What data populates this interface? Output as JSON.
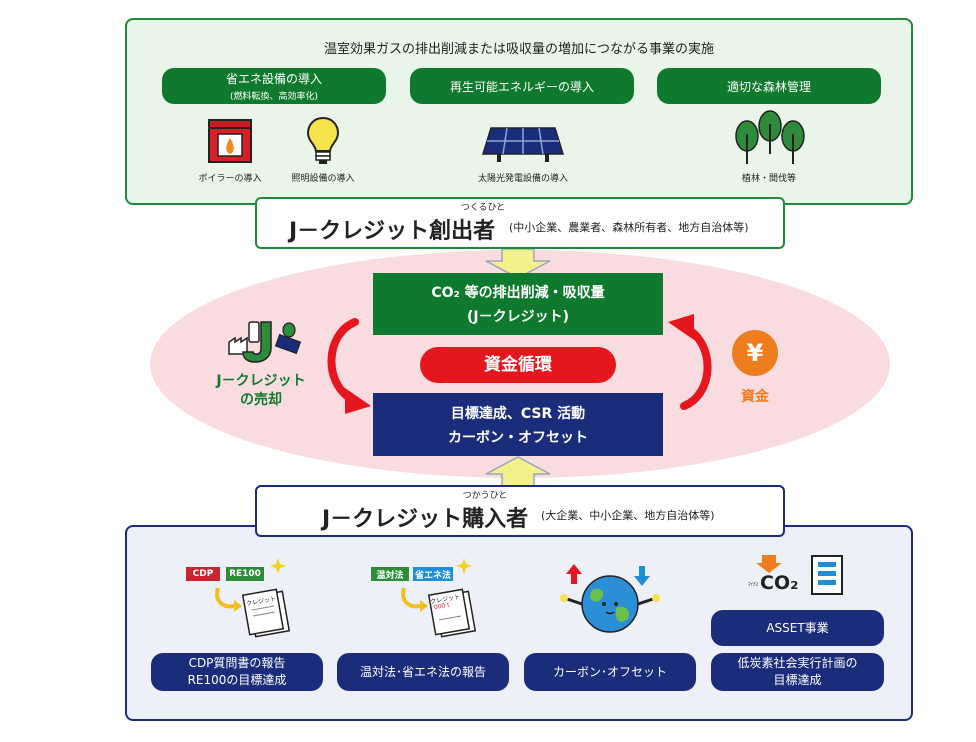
{
  "top": {
    "title": "温室効果ガスの排出削減または吸収量の増加につながる事業の実施",
    "categories": [
      {
        "label": "省エネ設備の導入",
        "sub": "(燃料転換、高効率化)"
      },
      {
        "label": "再生可能エネルギーの導入",
        "sub": ""
      },
      {
        "label": "適切な森林管理",
        "sub": ""
      }
    ],
    "icons": [
      {
        "caption": "ボイラーの導入",
        "icon": "boiler-icon"
      },
      {
        "caption": "照明設備の導入",
        "icon": "lightbulb-icon"
      },
      {
        "caption": "太陽光発電設備の導入",
        "icon": "solar-panel-icon"
      },
      {
        "caption": "植林・間伐等",
        "icon": "trees-icon"
      }
    ]
  },
  "creator": {
    "name": "J－クレジット創出者",
    "ruby": "つくるひと",
    "note": "(中小企業、農業者、森林所有者、地方自治体等)"
  },
  "cycle": {
    "green_line1": "CO₂ 等の排出削減・吸収量",
    "green_line2": "(J－クレジット)",
    "center": "資金循環",
    "navy_line1": "目標達成、CSR 活動",
    "navy_line2": "カーボン・オフセット",
    "left_label_line1": "J－クレジット",
    "left_label_line2": "の売却",
    "right_label": "資金",
    "yen": "¥"
  },
  "buyer": {
    "name": "J－クレジット購入者",
    "ruby": "つかうひと",
    "note": "(大企業、中小企業、地方自治体等)"
  },
  "bottom": {
    "tags1": [
      "CDP",
      "RE100"
    ],
    "tags2": [
      "温対法",
      "省エネ法"
    ],
    "doc_label": "クレジット",
    "doc_label2": "000 t",
    "co2_label": "CO₂",
    "co2_prefix": "ﾏｲﾅｽ",
    "asset": "ASSET事業",
    "items": [
      {
        "line1": "CDP質問書の報告",
        "line2": "RE100の目標達成"
      },
      {
        "line1": "温対法･省エネ法の報告",
        "line2": ""
      },
      {
        "line1": "カーボン･オフセット",
        "line2": ""
      },
      {
        "line1": "低炭素社会実行計画の",
        "line2": "目標達成"
      }
    ]
  },
  "colors": {
    "green": "#0f7a2d",
    "navy": "#1b2d7a",
    "red": "#e5161d",
    "pink": "#f9dcdf",
    "yellow": "#f3f28a",
    "orange": "#ee7d1d"
  }
}
